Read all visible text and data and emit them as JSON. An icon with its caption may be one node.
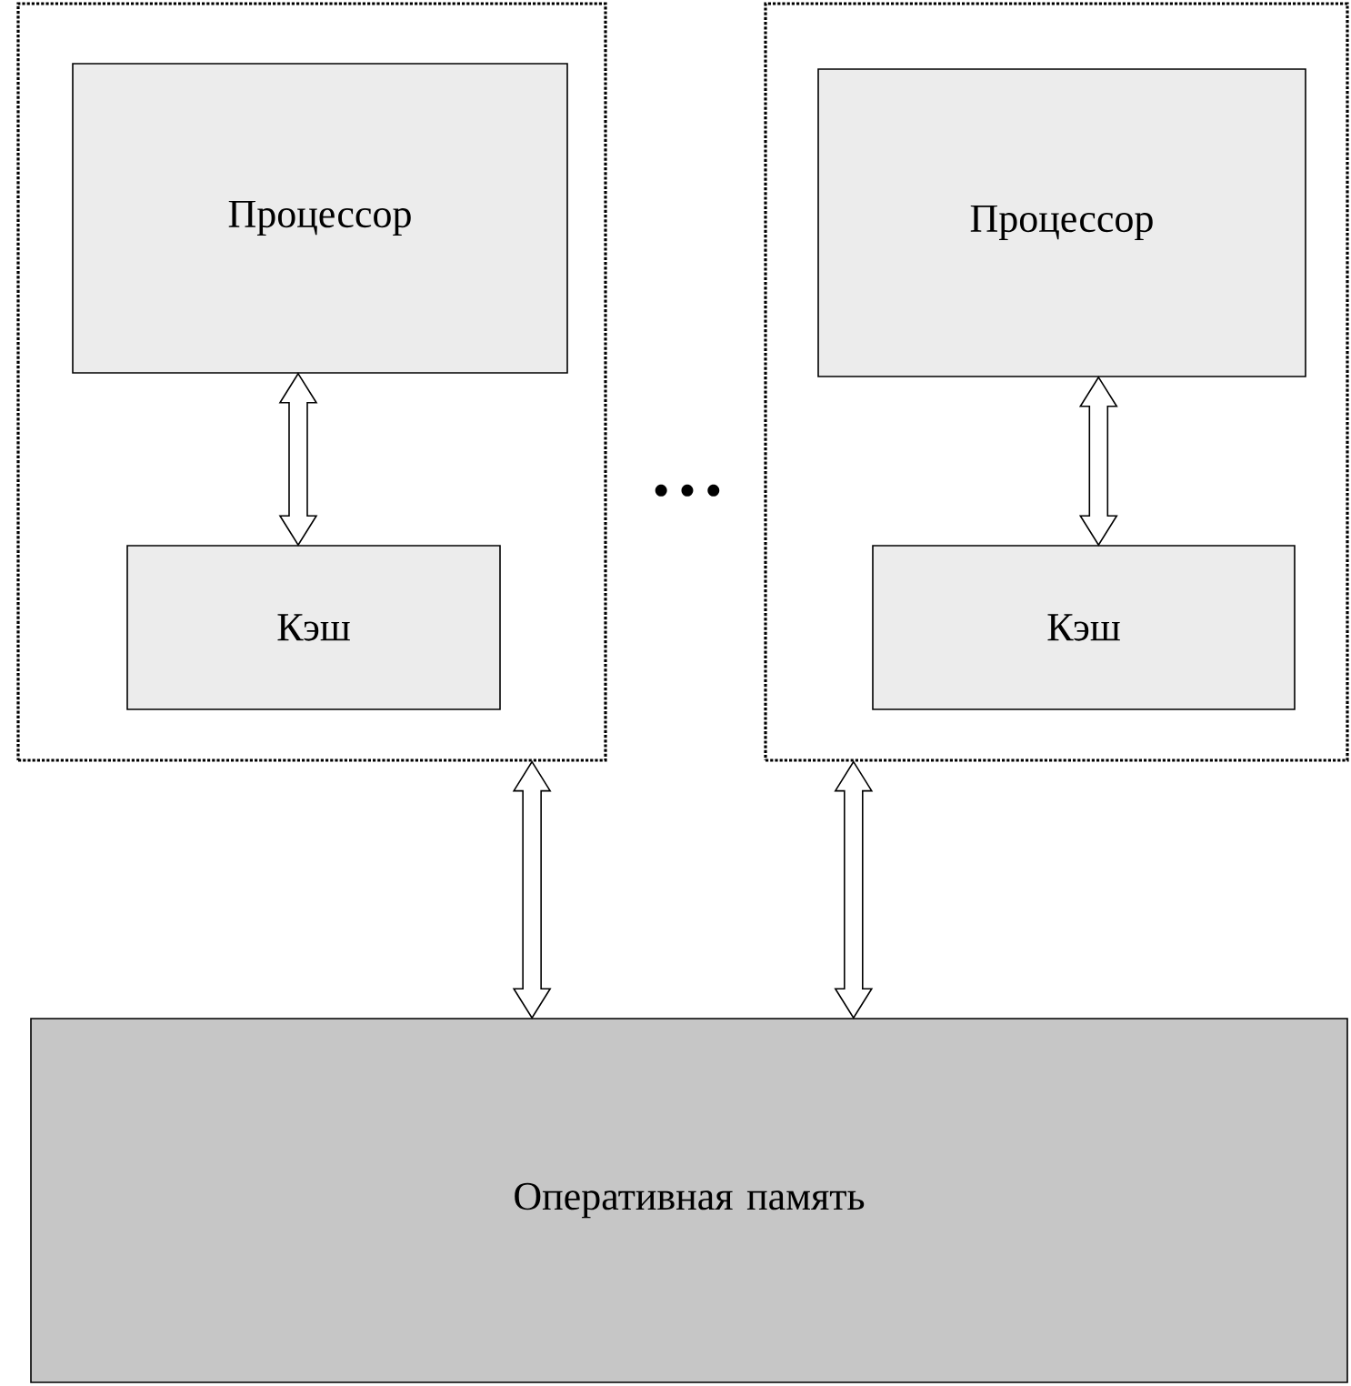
{
  "diagram": {
    "nodes": [
      {
        "text": [],
        "shape": "box"
      },
      {
        "text": [
          "Процессор"
        ],
        "in": 0
      },
      {
        "text": [
          "Кэш"
        ],
        "in": 0
      },
      {
        "text": [],
        "shape": "box"
      },
      {
        "text": [
          "Процессор"
        ],
        "in": 3
      },
      {
        "text": [
          "Кэш"
        ],
        "in": 3
      },
      {
        "text": [
          "Оперативная память"
        ]
      }
    ],
    "edges": [
      {
        "from": 1,
        "to": 2,
        "arrow": "both"
      },
      {
        "from": 4,
        "to": 5,
        "arrow": "both"
      },
      {
        "from": 0,
        "to": 6,
        "arrow": "both"
      },
      {
        "from": 3,
        "to": 6,
        "arrow": "both"
      }
    ],
    "labels": [
      "• • •"
    ]
  }
}
